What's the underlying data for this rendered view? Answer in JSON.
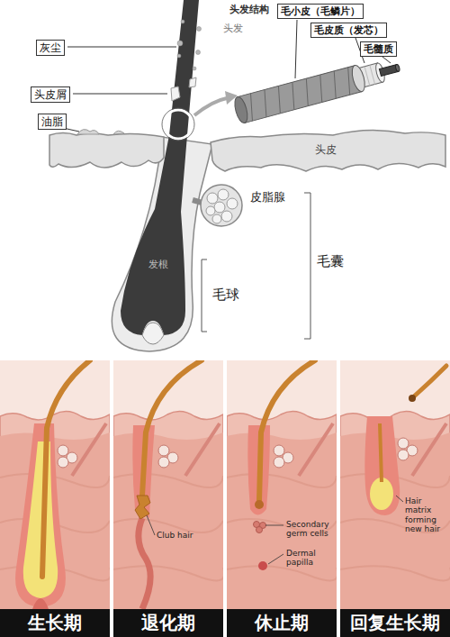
{
  "diagram": {
    "nodes": [
      {
        "text": [
          "灰尘"
        ]
      },
      {
        "text": [
          "头皮屑"
        ]
      },
      {
        "text": [
          "油脂"
        ]
      },
      {
        "text": [
          "毛小皮（毛鳞片）"
        ]
      },
      {
        "text": [
          "毛皮质（发芯）"
        ]
      },
      {
        "text": [
          "毛髓质"
        ]
      },
      {
        "text": [
          "生长期"
        ]
      },
      {
        "text": [
          "退化期"
        ]
      },
      {
        "text": [
          "休止期"
        ]
      },
      {
        "text": [
          "回复生长期"
        ]
      }
    ],
    "labels": [
      "头发",
      "头发结构",
      "头皮",
      "皮脂腺",
      "毛囊",
      "发根",
      "毛球",
      "Club hair",
      "Secondary germ cells",
      "Dermal papilla",
      "Hair matrix forming new hair"
    ]
  }
}
